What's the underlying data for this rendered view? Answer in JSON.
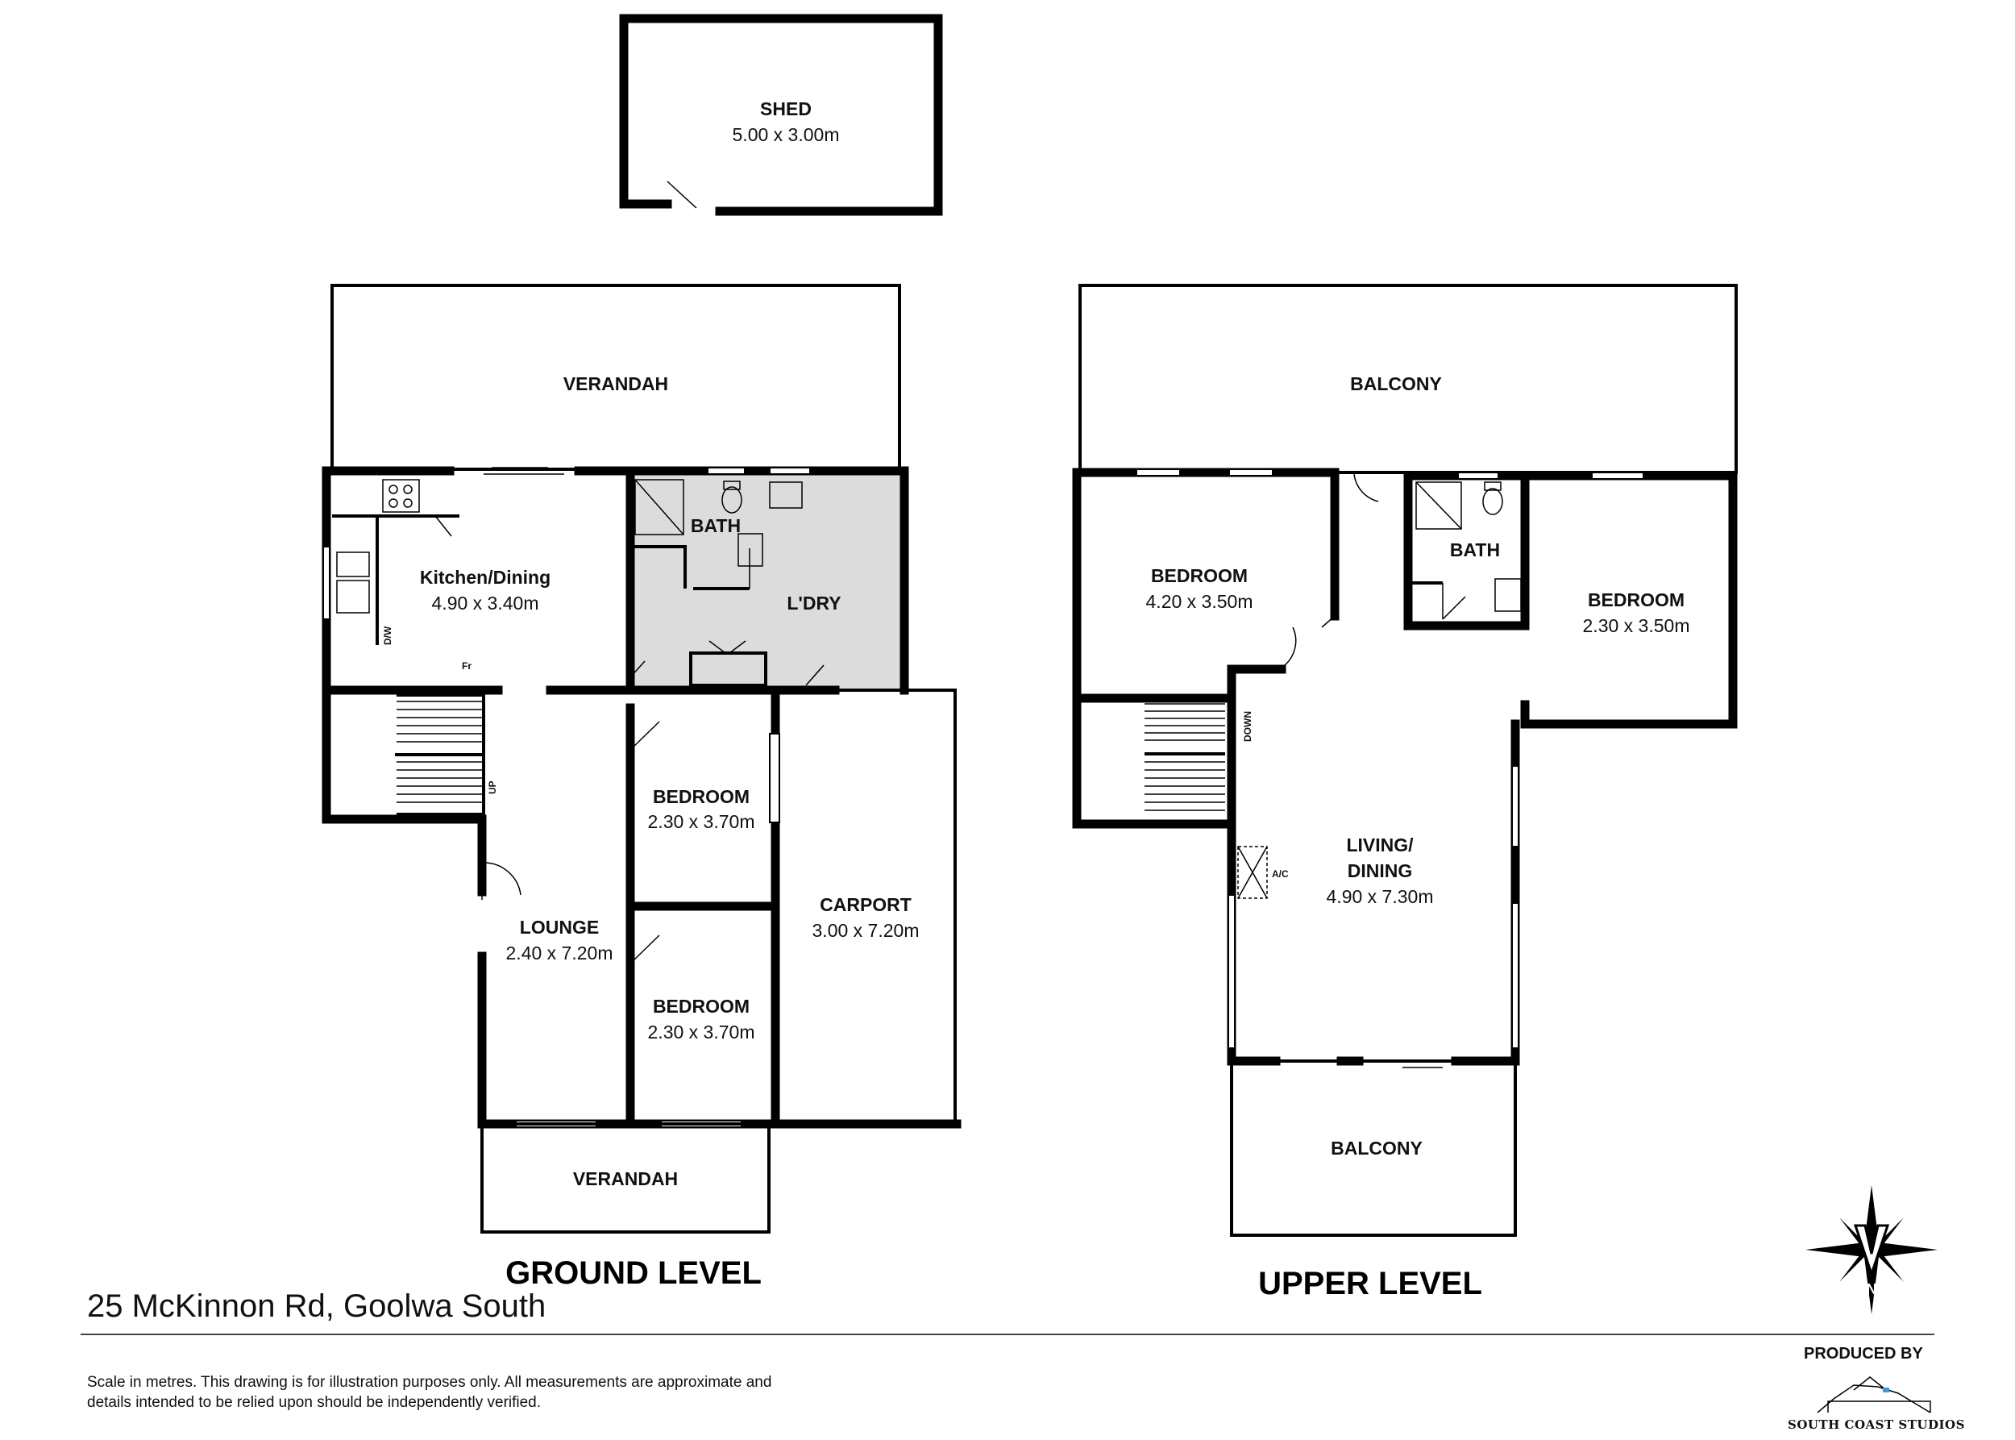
{
  "ground_level": {
    "title": "GROUND LEVEL",
    "rooms": {
      "shed": {
        "name": "SHED",
        "dims": "5.00 x 3.00m"
      },
      "verandah_top": {
        "name": "VERANDAH"
      },
      "kitchen": {
        "name": "Kitchen/Dining",
        "dims": "4.90 x 3.40m"
      },
      "bath": {
        "name": "BATH"
      },
      "laundry": {
        "name": "L'DRY"
      },
      "bedroom_1": {
        "name": "BEDROOM",
        "dims": "2.30 x 3.70m"
      },
      "bedroom_2": {
        "name": "BEDROOM",
        "dims": "2.30 x 3.70m"
      },
      "lounge": {
        "name": "LOUNGE",
        "dims": "2.40 x 7.20m"
      },
      "carport": {
        "name": "CARPORT",
        "dims": "3.00 x 7.20m"
      },
      "verandah_bottom": {
        "name": "VERANDAH"
      }
    },
    "labels": {
      "dishwasher": "D/W",
      "fridge": "Fr",
      "stairs": "UP"
    }
  },
  "upper_level": {
    "title": "UPPER LEVEL",
    "rooms": {
      "balcony_top": {
        "name": "BALCONY"
      },
      "bedroom_left": {
        "name": "BEDROOM",
        "dims": "4.20 x 3.50m"
      },
      "bath": {
        "name": "BATH"
      },
      "bedroom_right": {
        "name": "BEDROOM",
        "dims": "2.30 x 3.50m"
      },
      "living_line1": {
        "name": "LIVING/"
      },
      "living_line2": {
        "name": "DINING",
        "dims": "4.90 x 7.30m"
      },
      "balcony_bottom": {
        "name": "BALCONY"
      }
    },
    "labels": {
      "stairs": "DOWN",
      "aircon": "A/C"
    }
  },
  "footer": {
    "address": "25 McKinnon Rd, Goolwa South",
    "disclaimer": "Scale in metres. This drawing is for illustration purposes only. All measurements are approximate and details intended to be relied upon should be independently verified.",
    "produced_by": "PRODUCED BY",
    "studio_name": "SOUTH COAST STUDIOS",
    "compass_letter": "N"
  },
  "colors": {
    "wall": "#000000",
    "wet_area_fill": "#dcdcdc",
    "background": "#ffffff"
  }
}
